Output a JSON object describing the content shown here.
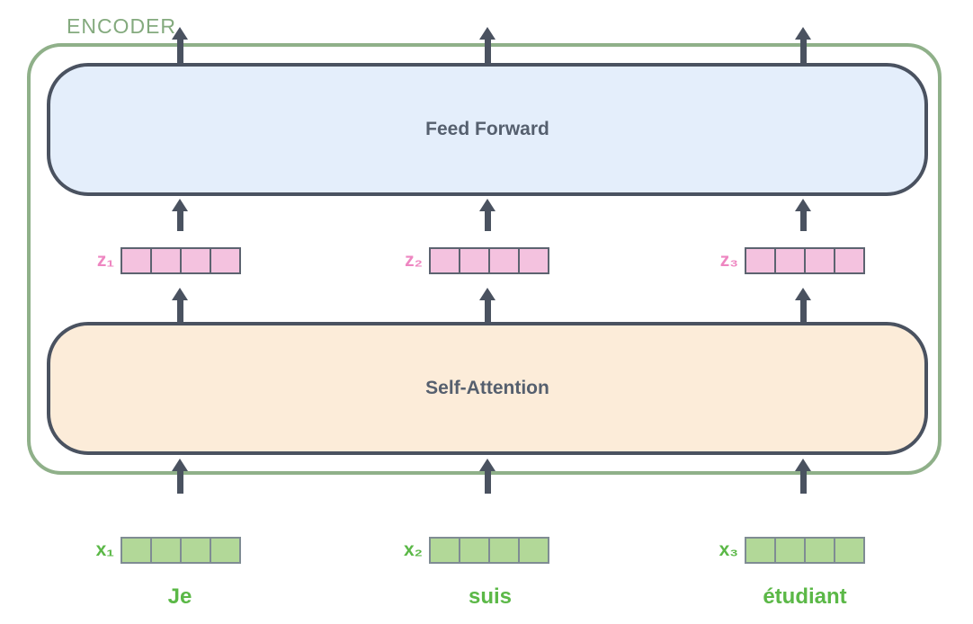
{
  "encoder_label": "ENCODER",
  "blocks": {
    "feed_forward": "Feed Forward",
    "self_attention": "Self-Attention"
  },
  "vectors": {
    "z": [
      {
        "label": "z₁"
      },
      {
        "label": "z₂"
      },
      {
        "label": "z₃"
      }
    ],
    "x": [
      {
        "label": "x₁"
      },
      {
        "label": "x₂"
      },
      {
        "label": "x₃"
      }
    ],
    "cells_per_vector": 4
  },
  "tokens": [
    "Je",
    "suis",
    "étudiant"
  ],
  "colors": {
    "encoder_green": "#84aa7e",
    "encoder_border_green": "#8fb089",
    "token_green": "#5bb847",
    "x_cell_fill": "#b2d898",
    "x_cell_border": "#7f8c93",
    "z_label_pink": "#ee86c1",
    "z_cell_fill": "#f4c2df",
    "z_cell_border": "#5c6370",
    "dark_slate": "#4a5260",
    "feed_forward_fill": "#e4eefb",
    "self_attention_fill": "#fcecd9",
    "block_text": "#555f6e",
    "background": "#ffffff"
  }
}
